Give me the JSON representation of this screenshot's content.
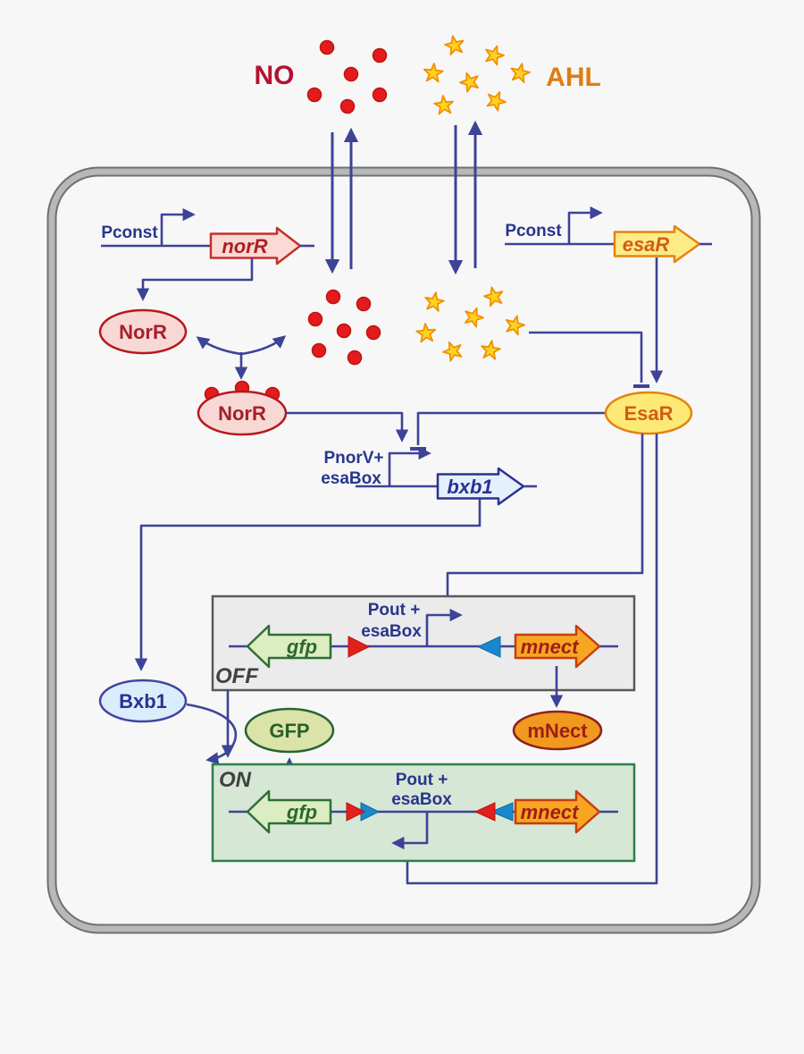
{
  "signals": {
    "no": "NO",
    "ahl": "AHL"
  },
  "cassettes": {
    "norr": {
      "promoter": "Pconst",
      "gene": "norR"
    },
    "esar": {
      "promoter": "Pconst",
      "gene": "esaR"
    },
    "bxb1": {
      "promoter_line1": "PnorV+",
      "promoter_line2": "esaBox",
      "gene": "bxb1"
    }
  },
  "proteins": {
    "norr": "NorR",
    "norr_active": "NorR",
    "esar": "EsaR",
    "bxb1": "Bxb1",
    "gfp": "GFP",
    "mnect": "mNect"
  },
  "reporter_switch": {
    "off": {
      "state_label": "OFF",
      "promoter_line1": "Pout +",
      "promoter_line2": "esaBox",
      "left_gene": "gfp",
      "right_gene": "mnect"
    },
    "on": {
      "state_label": "ON",
      "promoter_line1": "Pout +",
      "promoter_line2": "esaBox",
      "left_gene": "gfp",
      "right_gene": "mnect"
    }
  },
  "colors": {
    "bg": "#f7f7f7",
    "line": "#3d4397",
    "blue_text": "#27368c",
    "no_text": "#b5122f",
    "ahl_text": "#e07c12",
    "dot_fill": "#e31b1c",
    "dot_stroke": "#c01311",
    "star_fill": "#ffd21f",
    "star_stroke": "#ef9100",
    "membrane_outer": "#6f7072",
    "membrane_inner": "#b7b8ba",
    "norr_gene_fill": "#f9dad5",
    "norr_gene_stroke": "#c5302c",
    "norr_gene_text": "#ad1f24",
    "norr_oval_fill": "#f8d8d4",
    "norr_oval_stroke": "#b5181d",
    "norr_oval_text": "#a6202b",
    "esar_gene_fill": "#fcec85",
    "esar_oval_fill": "#fdea76",
    "esar_stroke": "#e5820f",
    "esar_text": "#d45c15",
    "bxb1_gene_fill": "#e4f1fd",
    "bxb1_gene_stroke": "#2c3192",
    "bxb1_oval_fill": "#daedfd",
    "bxb1_oval_stroke": "#4343a0",
    "bxb1_text": "#2c3192",
    "gfp_gene_fill": "#dcedc3",
    "gfp_gene_stroke": "#2f6e35",
    "gfp_gene_text": "#2c6830",
    "gfp_oval_fill": "#dbe3a8",
    "gfp_oval_stroke": "#2a6333",
    "gfp_oval_text": "#27602e",
    "mnect_gene_fill": "#f7a623",
    "mnect_gene_stroke": "#c83c12",
    "mnect_gene_text": "#9f1f16",
    "mnect_oval_fill": "#f1981e",
    "mnect_oval_stroke": "#8e211b",
    "mnect_oval_text": "#9c2015",
    "tri_red": "#e2211c",
    "tri_red_stroke": "#b81310",
    "tri_blue": "#1b87cc",
    "tri_blue_stroke": "#1069a5",
    "off_box_fill": "#ebebeb",
    "off_box_stroke": "#58595b",
    "on_box_fill": "#d7e7d5",
    "on_box_stroke": "#2f7e4a",
    "state_text": "#414042"
  }
}
